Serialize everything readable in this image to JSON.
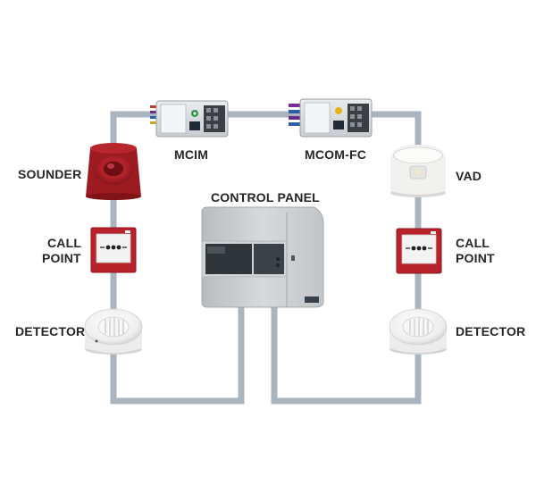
{
  "labels": {
    "mcim": "MCIM",
    "mcom_fc": "MCOM-FC",
    "control_panel": "CONTROL PANEL",
    "sounder": "SOUNDER",
    "vad": "VAD",
    "call_point_left_line1": "CALL",
    "call_point_left_line2": "POINT",
    "call_point_right_line1": "CALL",
    "call_point_right_line2": "POINT",
    "detector_left": "DETECTOR",
    "detector_right": "DETECTOR"
  },
  "colors": {
    "loop_wire": "#a9b4bf",
    "call_point_red": "#b8232b",
    "sounder_red": "#a51c22",
    "panel_grey": "#c9cbcd",
    "panel_window": "#2f3539"
  },
  "icons": {
    "brand_logo": "eaton-logo-icon",
    "module_terminal": "terminal-block-icon"
  }
}
